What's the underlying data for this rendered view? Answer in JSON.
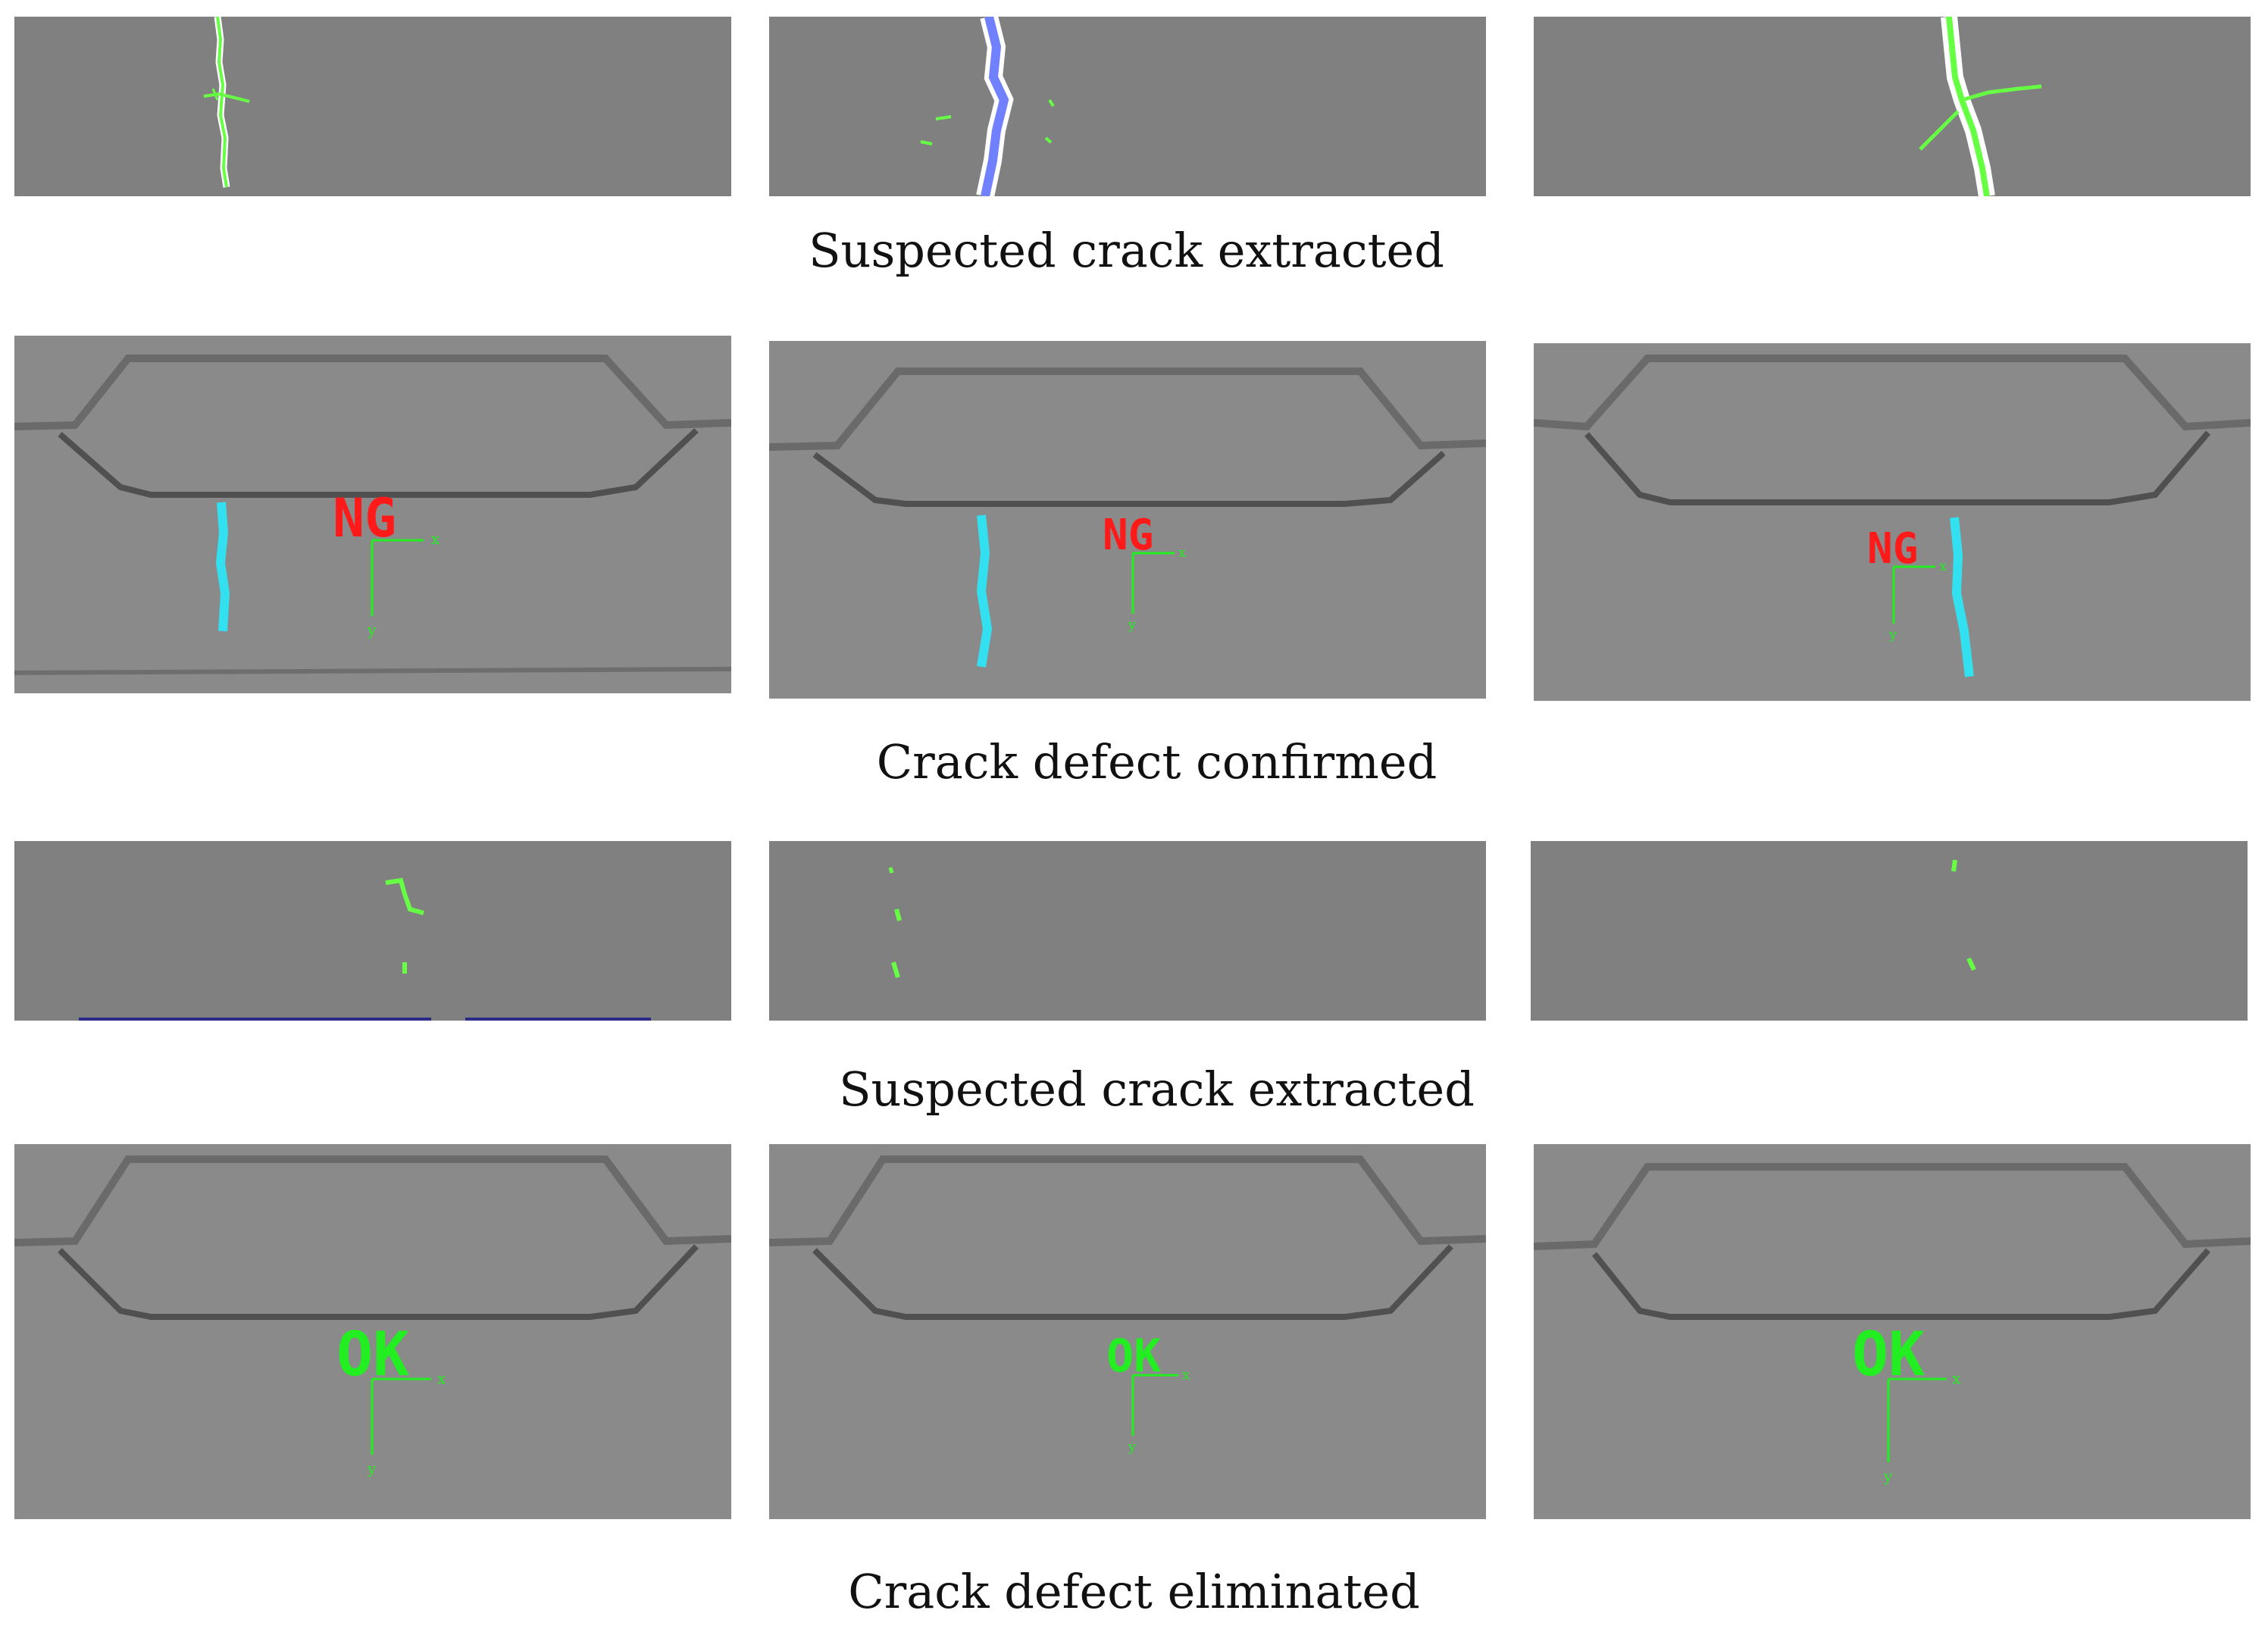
{
  "captions": {
    "row1": "Suspected crack extracted",
    "row2": "Crack defect confirmed",
    "row3": "Suspected crack extracted",
    "row4": "Crack defect eliminated"
  },
  "marks": {
    "ng": "NG",
    "ok": "OK",
    "axis_x": "x",
    "axis_y": "y"
  },
  "colors": {
    "background": "#808080",
    "crack_green": "#66ff44",
    "crack_cyan": "#33e0f0",
    "crack_blue": "#7080ff",
    "ng_red": "#ff1a1a",
    "ok_green": "#22ee22"
  }
}
